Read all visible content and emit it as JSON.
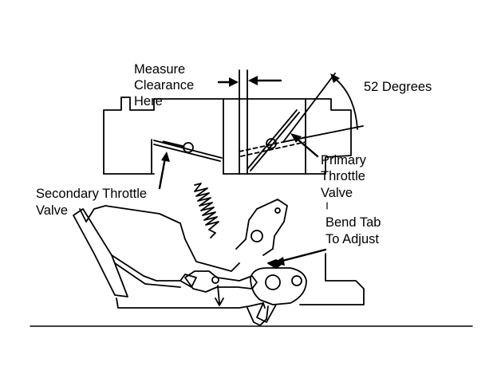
{
  "diagram": {
    "labels": {
      "measure_line1": "Measure",
      "measure_line2": "Clearance",
      "measure_line3": "Here",
      "angle": "52 Degrees",
      "primary_line1": "Primary",
      "primary_line2": "Throttle",
      "primary_line3": "Valve",
      "secondary_line1": "Secondary Throttle",
      "secondary_line2": "Valve",
      "bend_line1": "Bend Tab",
      "bend_line2": "To Adjust"
    },
    "colors": {
      "ink": "#000000",
      "paper": "#ffffff"
    }
  }
}
